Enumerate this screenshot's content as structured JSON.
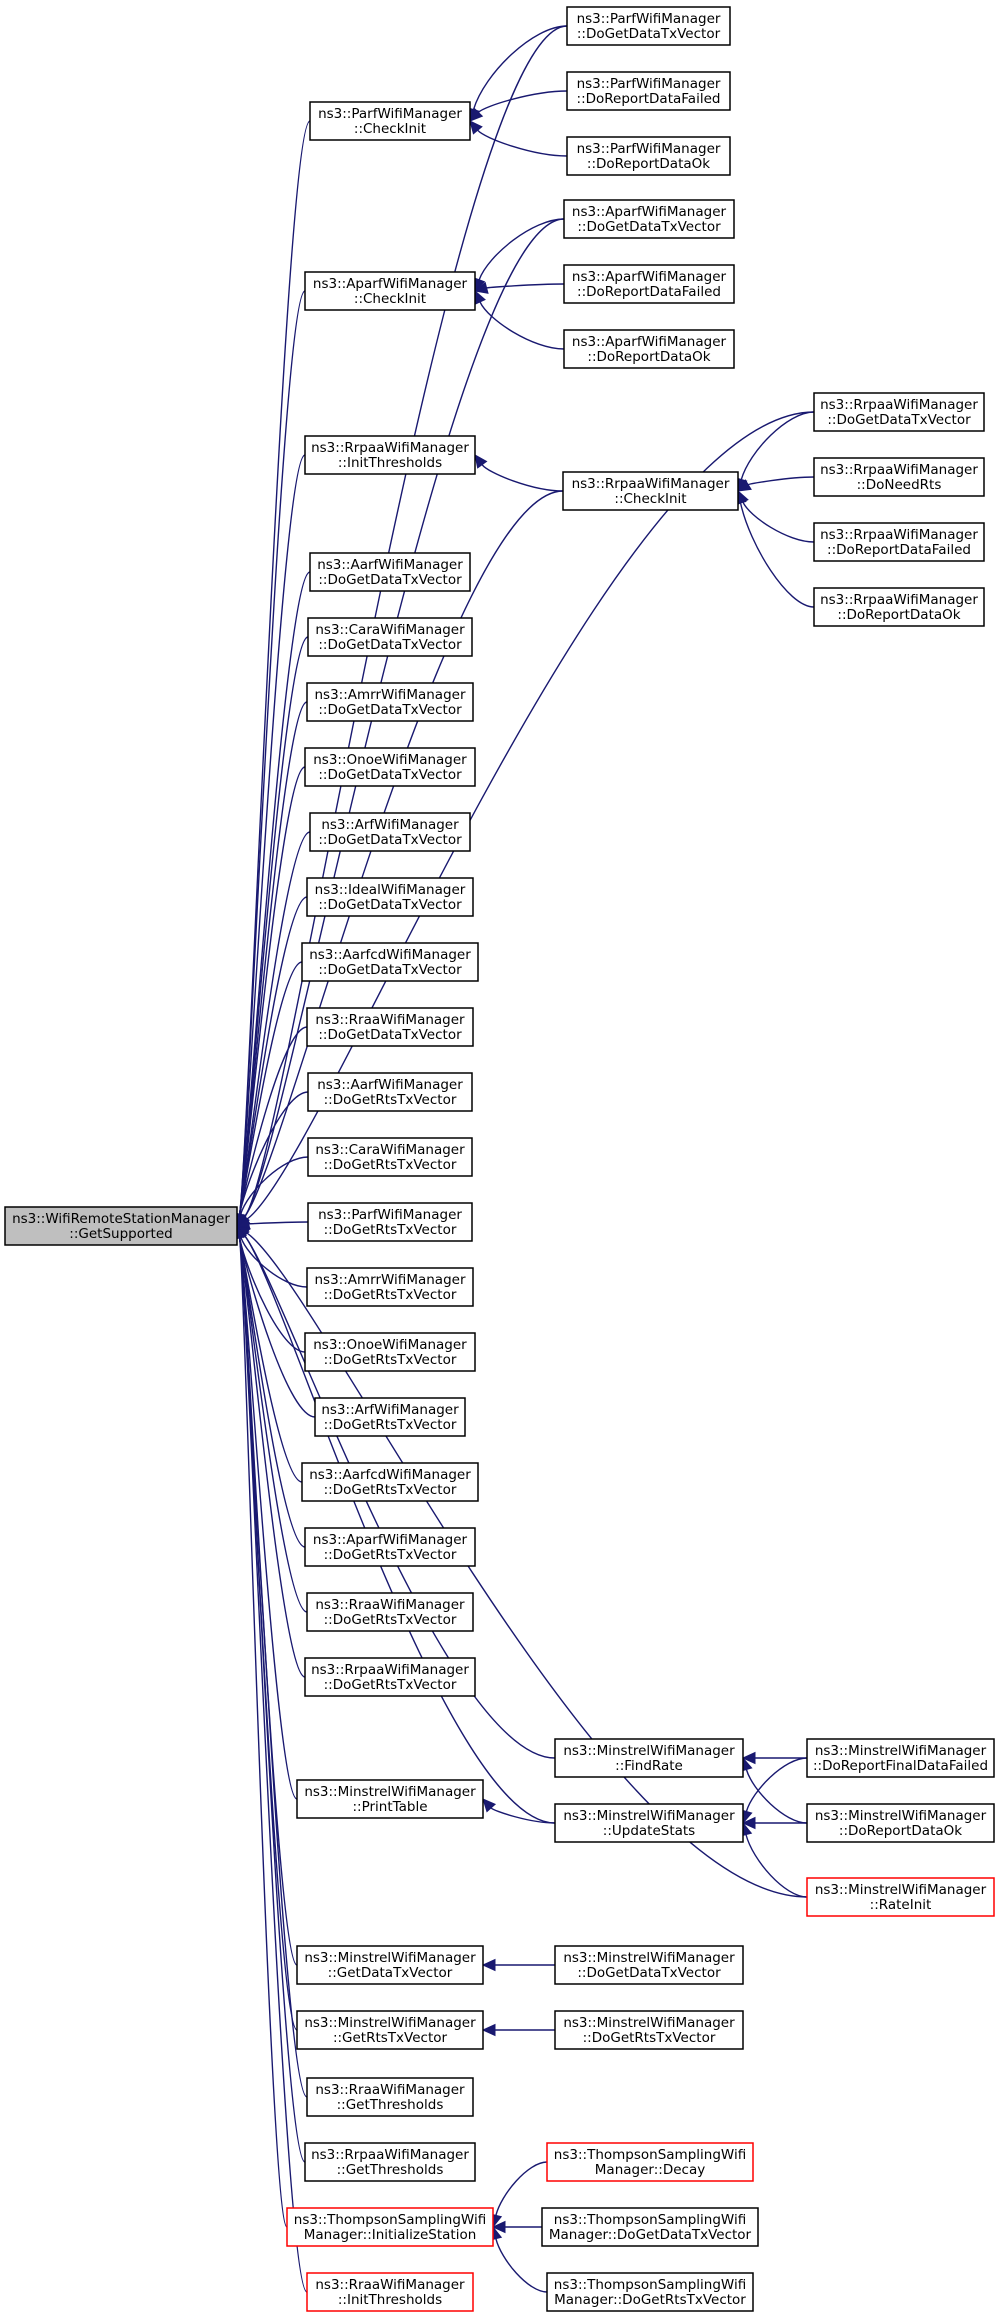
{
  "colors": {
    "edge": "#191970",
    "focus_fill": "#bfbfbf",
    "normal_border": "#000000",
    "truncated_border": "#ff0000",
    "node_fill": "#ffffff"
  },
  "nodes": [
    {
      "id": "root",
      "lines": [
        "ns3::WifiRemoteStationManager",
        "::GetSupported"
      ],
      "style": "focus"
    },
    {
      "id": "parf_check",
      "lines": [
        "ns3::ParfWifiManager",
        "::CheckInit"
      ]
    },
    {
      "id": "parf_getdata",
      "lines": [
        "ns3::ParfWifiManager",
        "::DoGetDataTxVector"
      ]
    },
    {
      "id": "parf_failed",
      "lines": [
        "ns3::ParfWifiManager",
        "::DoReportDataFailed"
      ]
    },
    {
      "id": "parf_ok",
      "lines": [
        "ns3::ParfWifiManager",
        "::DoReportDataOk"
      ]
    },
    {
      "id": "aparf_check",
      "lines": [
        "ns3::AparfWifiManager",
        "::CheckInit"
      ]
    },
    {
      "id": "aparf_getdata",
      "lines": [
        "ns3::AparfWifiManager",
        "::DoGetDataTxVector"
      ]
    },
    {
      "id": "aparf_failed",
      "lines": [
        "ns3::AparfWifiManager",
        "::DoReportDataFailed"
      ]
    },
    {
      "id": "aparf_ok",
      "lines": [
        "ns3::AparfWifiManager",
        "::DoReportDataOk"
      ]
    },
    {
      "id": "rrpaa_init",
      "lines": [
        "ns3::RrpaaWifiManager",
        "::InitThresholds"
      ]
    },
    {
      "id": "rrpaa_check",
      "lines": [
        "ns3::RrpaaWifiManager",
        "::CheckInit"
      ]
    },
    {
      "id": "rrpaa_getdata",
      "lines": [
        "ns3::RrpaaWifiManager",
        "::DoGetDataTxVector"
      ]
    },
    {
      "id": "rrpaa_needrts",
      "lines": [
        "ns3::RrpaaWifiManager",
        "::DoNeedRts"
      ]
    },
    {
      "id": "rrpaa_failed",
      "lines": [
        "ns3::RrpaaWifiManager",
        "::DoReportDataFailed"
      ]
    },
    {
      "id": "rrpaa_ok",
      "lines": [
        "ns3::RrpaaWifiManager",
        "::DoReportDataOk"
      ]
    },
    {
      "id": "aarf_data",
      "lines": [
        "ns3::AarfWifiManager",
        "::DoGetDataTxVector"
      ]
    },
    {
      "id": "cara_data",
      "lines": [
        "ns3::CaraWifiManager",
        "::DoGetDataTxVector"
      ]
    },
    {
      "id": "amrr_data",
      "lines": [
        "ns3::AmrrWifiManager",
        "::DoGetDataTxVector"
      ]
    },
    {
      "id": "onoe_data",
      "lines": [
        "ns3::OnoeWifiManager",
        "::DoGetDataTxVector"
      ]
    },
    {
      "id": "arf_data",
      "lines": [
        "ns3::ArfWifiManager",
        "::DoGetDataTxVector"
      ]
    },
    {
      "id": "ideal_data",
      "lines": [
        "ns3::IdealWifiManager",
        "::DoGetDataTxVector"
      ]
    },
    {
      "id": "aarfcd_data",
      "lines": [
        "ns3::AarfcdWifiManager",
        "::DoGetDataTxVector"
      ]
    },
    {
      "id": "rraa_data",
      "lines": [
        "ns3::RraaWifiManager",
        "::DoGetDataTxVector"
      ]
    },
    {
      "id": "aarf_rts",
      "lines": [
        "ns3::AarfWifiManager",
        "::DoGetRtsTxVector"
      ]
    },
    {
      "id": "cara_rts",
      "lines": [
        "ns3::CaraWifiManager",
        "::DoGetRtsTxVector"
      ]
    },
    {
      "id": "parf_rts",
      "lines": [
        "ns3::ParfWifiManager",
        "::DoGetRtsTxVector"
      ]
    },
    {
      "id": "amrr_rts",
      "lines": [
        "ns3::AmrrWifiManager",
        "::DoGetRtsTxVector"
      ]
    },
    {
      "id": "onoe_rts",
      "lines": [
        "ns3::OnoeWifiManager",
        "::DoGetRtsTxVector"
      ]
    },
    {
      "id": "arf_rts",
      "lines": [
        "ns3::ArfWifiManager",
        "::DoGetRtsTxVector"
      ]
    },
    {
      "id": "aarfcd_rts",
      "lines": [
        "ns3::AarfcdWifiManager",
        "::DoGetRtsTxVector"
      ]
    },
    {
      "id": "aparf_rts",
      "lines": [
        "ns3::AparfWifiManager",
        "::DoGetRtsTxVector"
      ]
    },
    {
      "id": "rraa_rts",
      "lines": [
        "ns3::RraaWifiManager",
        "::DoGetRtsTxVector"
      ]
    },
    {
      "id": "rrpaa_rts",
      "lines": [
        "ns3::RrpaaWifiManager",
        "::DoGetRtsTxVector"
      ]
    },
    {
      "id": "min_findrate",
      "lines": [
        "ns3::MinstrelWifiManager",
        "::FindRate"
      ]
    },
    {
      "id": "min_printtable",
      "lines": [
        "ns3::MinstrelWifiManager",
        "::PrintTable"
      ]
    },
    {
      "id": "min_updatestats",
      "lines": [
        "ns3::MinstrelWifiManager",
        "::UpdateStats"
      ]
    },
    {
      "id": "min_finalfailed",
      "lines": [
        "ns3::MinstrelWifiManager",
        "::DoReportFinalDataFailed"
      ]
    },
    {
      "id": "min_reportok",
      "lines": [
        "ns3::MinstrelWifiManager",
        "::DoReportDataOk"
      ]
    },
    {
      "id": "min_rateinit",
      "lines": [
        "ns3::MinstrelWifiManager",
        "::RateInit"
      ],
      "style": "truncated"
    },
    {
      "id": "min_getdata",
      "lines": [
        "ns3::MinstrelWifiManager",
        "::GetDataTxVector"
      ]
    },
    {
      "id": "min_dogetdata",
      "lines": [
        "ns3::MinstrelWifiManager",
        "::DoGetDataTxVector"
      ]
    },
    {
      "id": "min_getrts",
      "lines": [
        "ns3::MinstrelWifiManager",
        "::GetRtsTxVector"
      ]
    },
    {
      "id": "min_dogetrts",
      "lines": [
        "ns3::MinstrelWifiManager",
        "::DoGetRtsTxVector"
      ]
    },
    {
      "id": "rraa_thresh",
      "lines": [
        "ns3::RraaWifiManager",
        "::GetThresholds"
      ]
    },
    {
      "id": "rrpaa_thresh",
      "lines": [
        "ns3::RrpaaWifiManager",
        "::GetThresholds"
      ]
    },
    {
      "id": "ts_init",
      "lines": [
        "ns3::ThompsonSamplingWifi",
        "Manager::InitializeStation"
      ],
      "style": "truncated"
    },
    {
      "id": "ts_decay",
      "lines": [
        "ns3::ThompsonSamplingWifi",
        "Manager::Decay"
      ],
      "style": "truncated"
    },
    {
      "id": "ts_data",
      "lines": [
        "ns3::ThompsonSamplingWifi",
        "Manager::DoGetDataTxVector"
      ]
    },
    {
      "id": "ts_rts",
      "lines": [
        "ns3::ThompsonSamplingWifi",
        "Manager::DoGetRtsTxVector"
      ]
    },
    {
      "id": "rraa_init",
      "lines": [
        "ns3::RraaWifiManager",
        "::InitThresholds"
      ],
      "style": "truncated"
    }
  ],
  "edges": [
    [
      "parf_getdata",
      "root"
    ],
    [
      "parf_check",
      "root"
    ],
    [
      "aparf_getdata",
      "root"
    ],
    [
      "aparf_check",
      "root"
    ],
    [
      "rrpaa_getdata",
      "root"
    ],
    [
      "rrpaa_init",
      "root"
    ],
    [
      "rrpaa_check",
      "root"
    ],
    [
      "aarf_data",
      "root"
    ],
    [
      "cara_data",
      "root"
    ],
    [
      "amrr_data",
      "root"
    ],
    [
      "onoe_data",
      "root"
    ],
    [
      "arf_data",
      "root"
    ],
    [
      "ideal_data",
      "root"
    ],
    [
      "aarfcd_data",
      "root"
    ],
    [
      "rraa_data",
      "root"
    ],
    [
      "aarf_rts",
      "root"
    ],
    [
      "cara_rts",
      "root"
    ],
    [
      "parf_rts",
      "root"
    ],
    [
      "amrr_rts",
      "root"
    ],
    [
      "onoe_rts",
      "root"
    ],
    [
      "arf_rts",
      "root"
    ],
    [
      "aarfcd_rts",
      "root"
    ],
    [
      "aparf_rts",
      "root"
    ],
    [
      "rraa_rts",
      "root"
    ],
    [
      "rrpaa_rts",
      "root"
    ],
    [
      "min_findrate",
      "root"
    ],
    [
      "min_printtable",
      "root"
    ],
    [
      "min_updatestats",
      "root"
    ],
    [
      "min_rateinit",
      "root"
    ],
    [
      "min_getdata",
      "root"
    ],
    [
      "min_getrts",
      "root"
    ],
    [
      "rraa_thresh",
      "root"
    ],
    [
      "rrpaa_thresh",
      "root"
    ],
    [
      "ts_init",
      "root"
    ],
    [
      "rraa_init",
      "root"
    ],
    [
      "parf_getdata",
      "parf_check"
    ],
    [
      "parf_failed",
      "parf_check"
    ],
    [
      "parf_ok",
      "parf_check"
    ],
    [
      "aparf_getdata",
      "aparf_check"
    ],
    [
      "aparf_failed",
      "aparf_check"
    ],
    [
      "aparf_ok",
      "aparf_check"
    ],
    [
      "rrpaa_check",
      "rrpaa_init"
    ],
    [
      "rrpaa_getdata",
      "rrpaa_check"
    ],
    [
      "rrpaa_needrts",
      "rrpaa_check"
    ],
    [
      "rrpaa_failed",
      "rrpaa_check"
    ],
    [
      "rrpaa_ok",
      "rrpaa_check"
    ],
    [
      "min_finalfailed",
      "min_findrate"
    ],
    [
      "min_reportok",
      "min_findrate"
    ],
    [
      "min_updatestats",
      "min_printtable"
    ],
    [
      "min_finalfailed",
      "min_updatestats"
    ],
    [
      "min_reportok",
      "min_updatestats"
    ],
    [
      "min_rateinit",
      "min_updatestats"
    ],
    [
      "min_dogetdata",
      "min_getdata"
    ],
    [
      "min_dogetrts",
      "min_getrts"
    ],
    [
      "ts_decay",
      "ts_init"
    ],
    [
      "ts_data",
      "ts_init"
    ],
    [
      "ts_rts",
      "ts_init"
    ]
  ]
}
